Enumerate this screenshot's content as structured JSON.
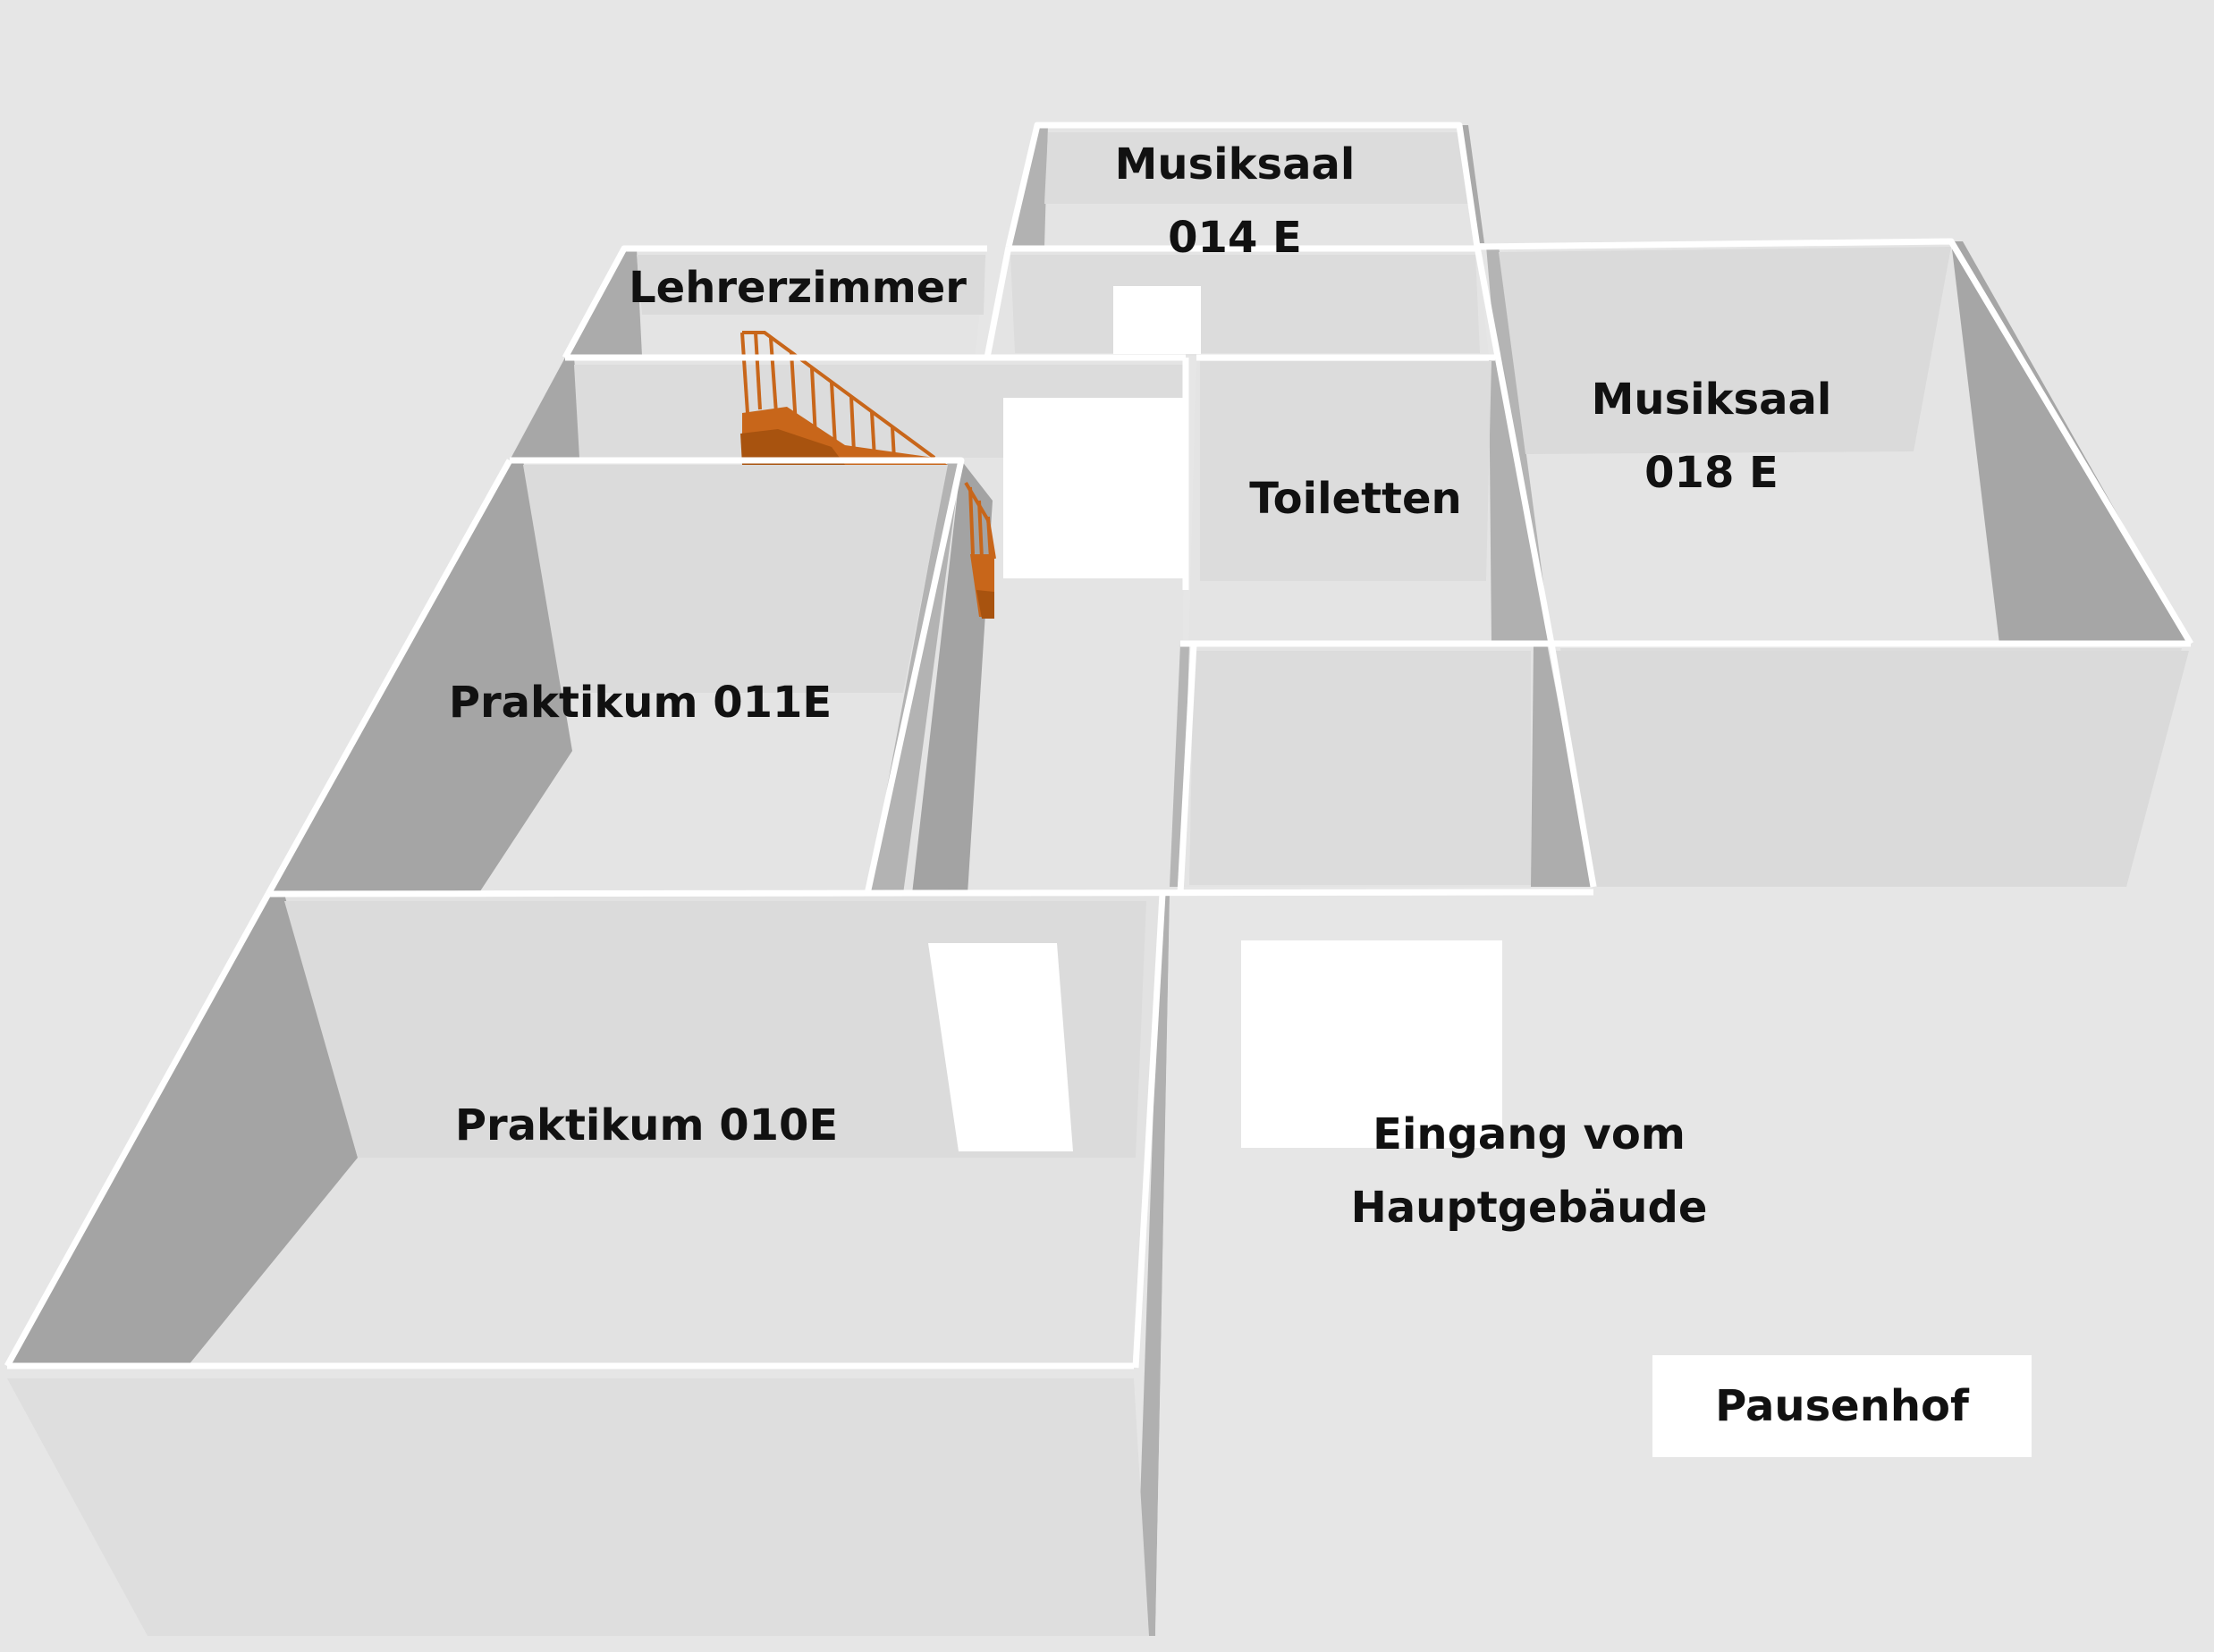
{
  "rooms": {
    "musiksaal_014": {
      "line1": "Musiksaal",
      "line2": "014 E"
    },
    "lehrerzimmer": "Lehrerzimmer",
    "musiksaal_018": {
      "line1": "Musiksaal",
      "line2": "018 E"
    },
    "toiletten": "Toiletten",
    "praktikum_011": "Praktikum 011E",
    "praktikum_010": "Praktikum 010E",
    "eingang": {
      "line1": "Eingang vom",
      "line2": "Hauptgebäude"
    }
  },
  "outdoor": {
    "pausenhof": "Pausenhof"
  },
  "colors": {
    "background": "#e6e6e6",
    "floor": "#e3e3e3",
    "wall_light": "#dcdcdc",
    "wall_shadow": "#a8a8a8",
    "wall_top": "#ffffff",
    "stair": "#c8661a",
    "door": "#ffffff"
  }
}
